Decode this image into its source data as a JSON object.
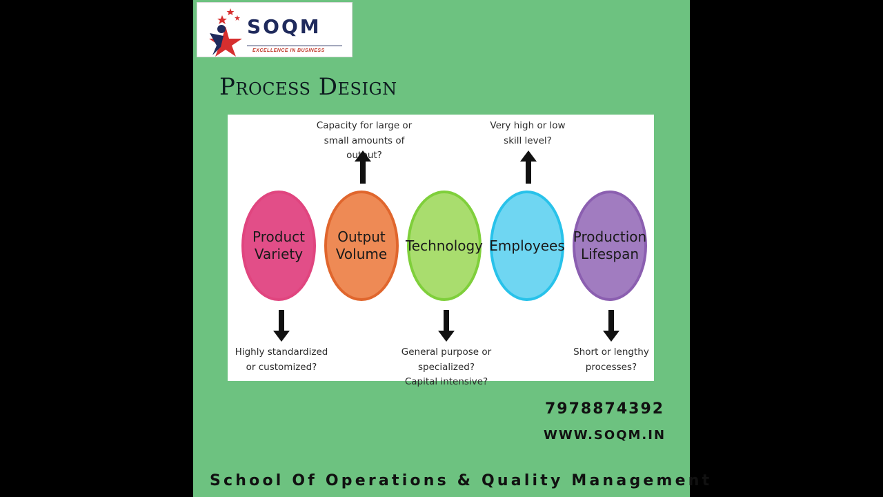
{
  "logo": {
    "name": "SOQM",
    "tagline": "EXCELLENCE IN BUSINESS"
  },
  "title": "Process Design",
  "diagram": {
    "ovals": [
      {
        "label": "Product\nVariety",
        "border": "#e0457f",
        "fill": "#e24e88"
      },
      {
        "label": "Output\nVolume",
        "border": "#e0662d",
        "fill": "#ee8a55"
      },
      {
        "label": "Technology",
        "border": "#7fcf3b",
        "fill": "#a9dd6e"
      },
      {
        "label": "Employees",
        "border": "#28c2ea",
        "fill": "#6fd6f2"
      },
      {
        "label": "Production\nLifespan",
        "border": "#8b5fb0",
        "fill": "#a17cc0"
      }
    ],
    "notes": {
      "output_volume": "Capacity for large or\nsmall amounts of output?",
      "employees": "Very high or low\nskill level?",
      "product_variety": "Highly standardized\nor customized?",
      "technology": "General purpose or specialized?\nCapital intensive?",
      "production_lifespan": "Short or lengthy\nprocesses?"
    }
  },
  "contact": {
    "phone": "7978874392",
    "website": "WWW.SOQM.IN"
  },
  "footer": "School Of Operations & Quality Management",
  "colors": {
    "background": "#6dc280",
    "page_edges": "#000000",
    "logo_navy": "#1f2a5c",
    "logo_red": "#c0392b"
  }
}
